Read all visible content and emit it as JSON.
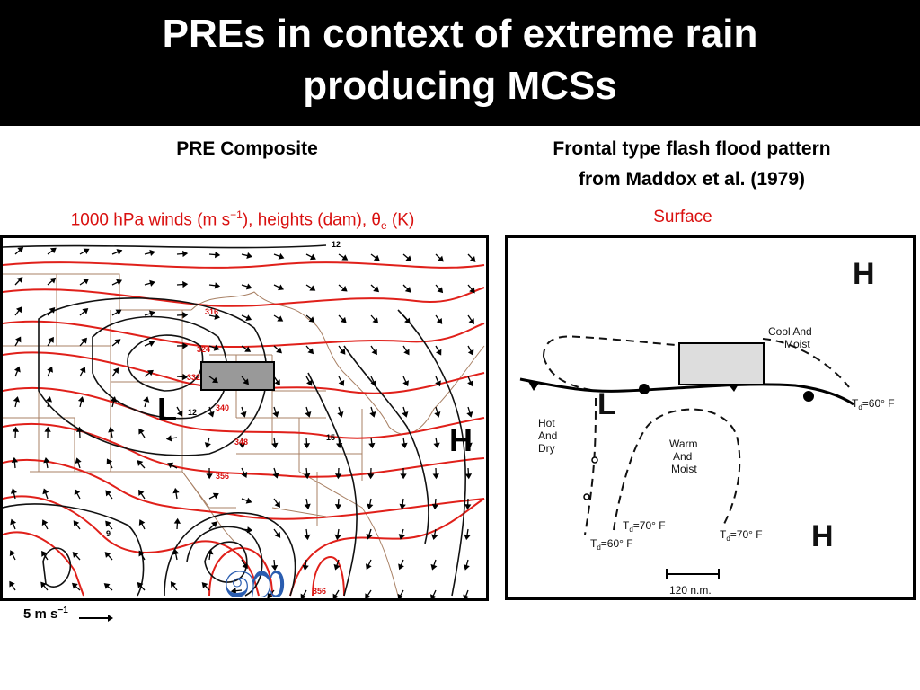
{
  "slide": {
    "title_line1": "PREs in context of extreme rain",
    "title_line2": "producing MCSs"
  },
  "left": {
    "heading": "PRE Composite",
    "subtitle_pre": "1000 hPa winds (m s",
    "subtitle_sup": "−1",
    "subtitle_mid": "), heights (dam), θ",
    "subtitle_sub": "e",
    "subtitle_post": " (K)",
    "low_label": "L",
    "high_label": "H",
    "tropical_symbol": "෩",
    "contour_labels": [
      "12",
      "316",
      "324",
      "332",
      "340",
      "348",
      "356",
      "12",
      "15",
      "9",
      "356"
    ],
    "scale_text": "5 m s",
    "scale_sup": "−1"
  },
  "right": {
    "heading_line1": "Frontal type flash flood pattern",
    "heading_line2": "from Maddox et al. (1979)",
    "subtitle": "Surface",
    "high_label": "H",
    "low_label": "L",
    "cool_moist_1": "Cool And",
    "cool_moist_2": "Moist",
    "hot_dry_1": "Hot",
    "hot_dry_2": "And",
    "hot_dry_3": "Dry",
    "warm_moist_1": "Warm",
    "warm_moist_2": "And",
    "warm_moist_3": "Moist",
    "td_60_right": "T",
    "td_60_right_val": "=60° F",
    "td_70_a_val": "=70° F",
    "td_70_b_val": "=70° F",
    "td_60_bottom_val": "=60° F",
    "td_sub": "d",
    "scale_text": "120 n.m."
  }
}
